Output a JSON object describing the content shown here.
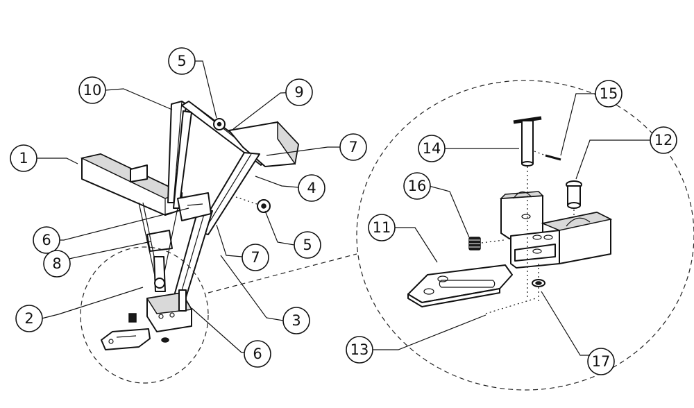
{
  "callouts": [
    {
      "id": "c1",
      "number": "1"
    },
    {
      "id": "c2",
      "number": "2"
    },
    {
      "id": "c3",
      "number": "3"
    },
    {
      "id": "c4",
      "number": "4"
    },
    {
      "id": "c5a",
      "number": "5"
    },
    {
      "id": "c5b",
      "number": "5"
    },
    {
      "id": "c6a",
      "number": "6"
    },
    {
      "id": "c6b",
      "number": "6"
    },
    {
      "id": "c7a",
      "number": "7"
    },
    {
      "id": "c7b",
      "number": "7"
    },
    {
      "id": "c8",
      "number": "8"
    },
    {
      "id": "c9",
      "number": "9"
    },
    {
      "id": "c10",
      "number": "10"
    },
    {
      "id": "c11",
      "number": "11"
    },
    {
      "id": "c12",
      "number": "12"
    },
    {
      "id": "c13",
      "number": "13"
    },
    {
      "id": "c14",
      "number": "14"
    },
    {
      "id": "c15",
      "number": "15"
    },
    {
      "id": "c16",
      "number": "16"
    },
    {
      "id": "c17",
      "number": "17"
    }
  ]
}
